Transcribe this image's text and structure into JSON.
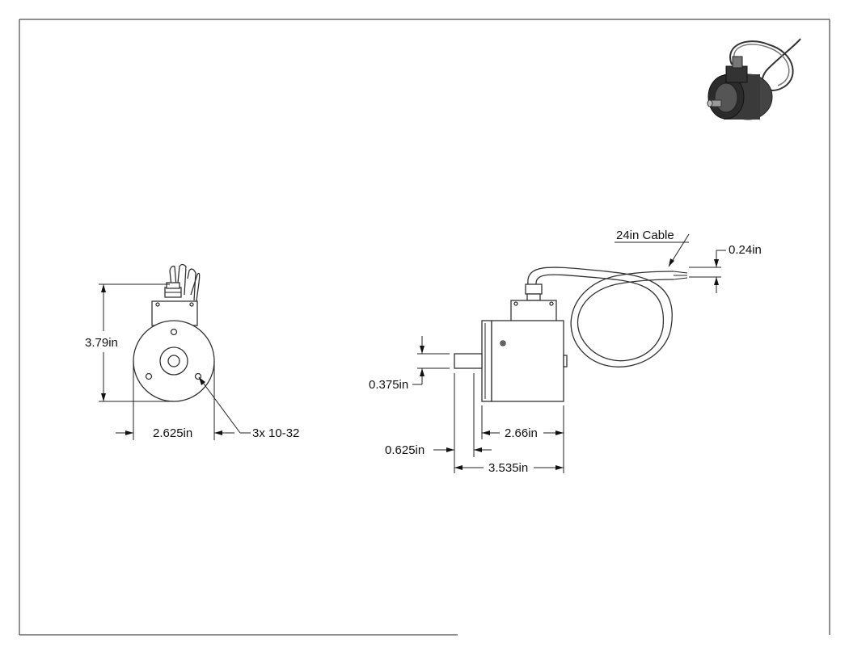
{
  "dimensions": {
    "front_height": "3.79in",
    "front_width": "2.625in",
    "holes_note": "3x 10-32",
    "cable_note": "24in Cable",
    "cable_diameter": "0.24in",
    "shaft_diameter": "0.375in",
    "shaft_length": "0.625in",
    "body_length": "2.66in",
    "overall_length": "3.535in"
  },
  "colors": {
    "line": "#222222",
    "paper": "#ffffff",
    "iso_body": "#2b2b2b"
  }
}
